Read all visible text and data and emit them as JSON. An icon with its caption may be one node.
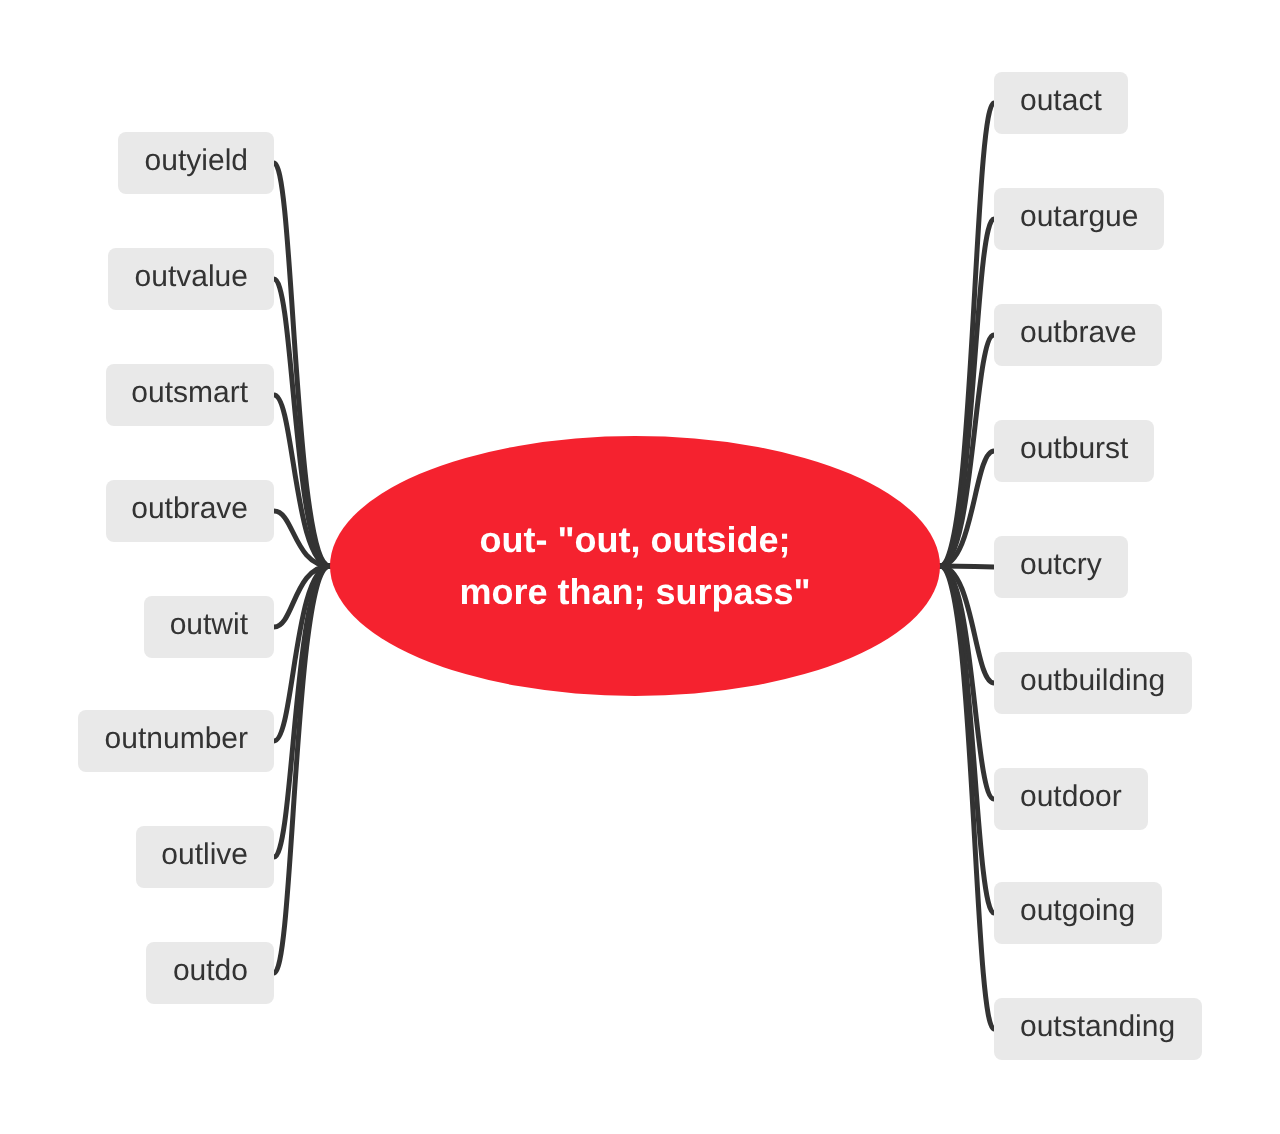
{
  "diagram": {
    "nodes": [
      {
        "text": [
          "out- \"out, outside; more than; surpass\""
        ]
      },
      {
        "text": [
          "outyield"
        ]
      },
      {
        "text": [
          "outvalue"
        ]
      },
      {
        "text": [
          "outsmart"
        ]
      },
      {
        "text": [
          "outbrave"
        ]
      },
      {
        "text": [
          "outwit"
        ]
      },
      {
        "text": [
          "outnumber"
        ]
      },
      {
        "text": [
          "outlive"
        ]
      },
      {
        "text": [
          "outdo"
        ]
      },
      {
        "text": [
          "outact"
        ]
      },
      {
        "text": [
          "outargue"
        ]
      },
      {
        "text": [
          "outbrave"
        ]
      },
      {
        "text": [
          "outburst"
        ]
      },
      {
        "text": [
          "outcry"
        ]
      },
      {
        "text": [
          "outbuilding"
        ]
      },
      {
        "text": [
          "outdoor"
        ]
      },
      {
        "text": [
          "outgoing"
        ]
      },
      {
        "text": [
          "outstanding"
        ]
      }
    ],
    "edges": [
      {
        "from": 0,
        "to": 1,
        "arrow": "none"
      },
      {
        "from": 0,
        "to": 2,
        "arrow": "none"
      },
      {
        "from": 0,
        "to": 3,
        "arrow": "none"
      },
      {
        "from": 0,
        "to": 4,
        "arrow": "none"
      },
      {
        "from": 0,
        "to": 5,
        "arrow": "none"
      },
      {
        "from": 0,
        "to": 6,
        "arrow": "none"
      },
      {
        "from": 0,
        "to": 7,
        "arrow": "none"
      },
      {
        "from": 0,
        "to": 8,
        "arrow": "none"
      },
      {
        "from": 0,
        "to": 9,
        "arrow": "none"
      },
      {
        "from": 0,
        "to": 10,
        "arrow": "none"
      },
      {
        "from": 0,
        "to": 11,
        "arrow": "none"
      },
      {
        "from": 0,
        "to": 12,
        "arrow": "none"
      },
      {
        "from": 0,
        "to": 13,
        "arrow": "none"
      },
      {
        "from": 0,
        "to": 14,
        "arrow": "none"
      },
      {
        "from": 0,
        "to": 15,
        "arrow": "none"
      },
      {
        "from": 0,
        "to": 16,
        "arrow": "none"
      },
      {
        "from": 0,
        "to": 17,
        "arrow": "none"
      }
    ]
  }
}
